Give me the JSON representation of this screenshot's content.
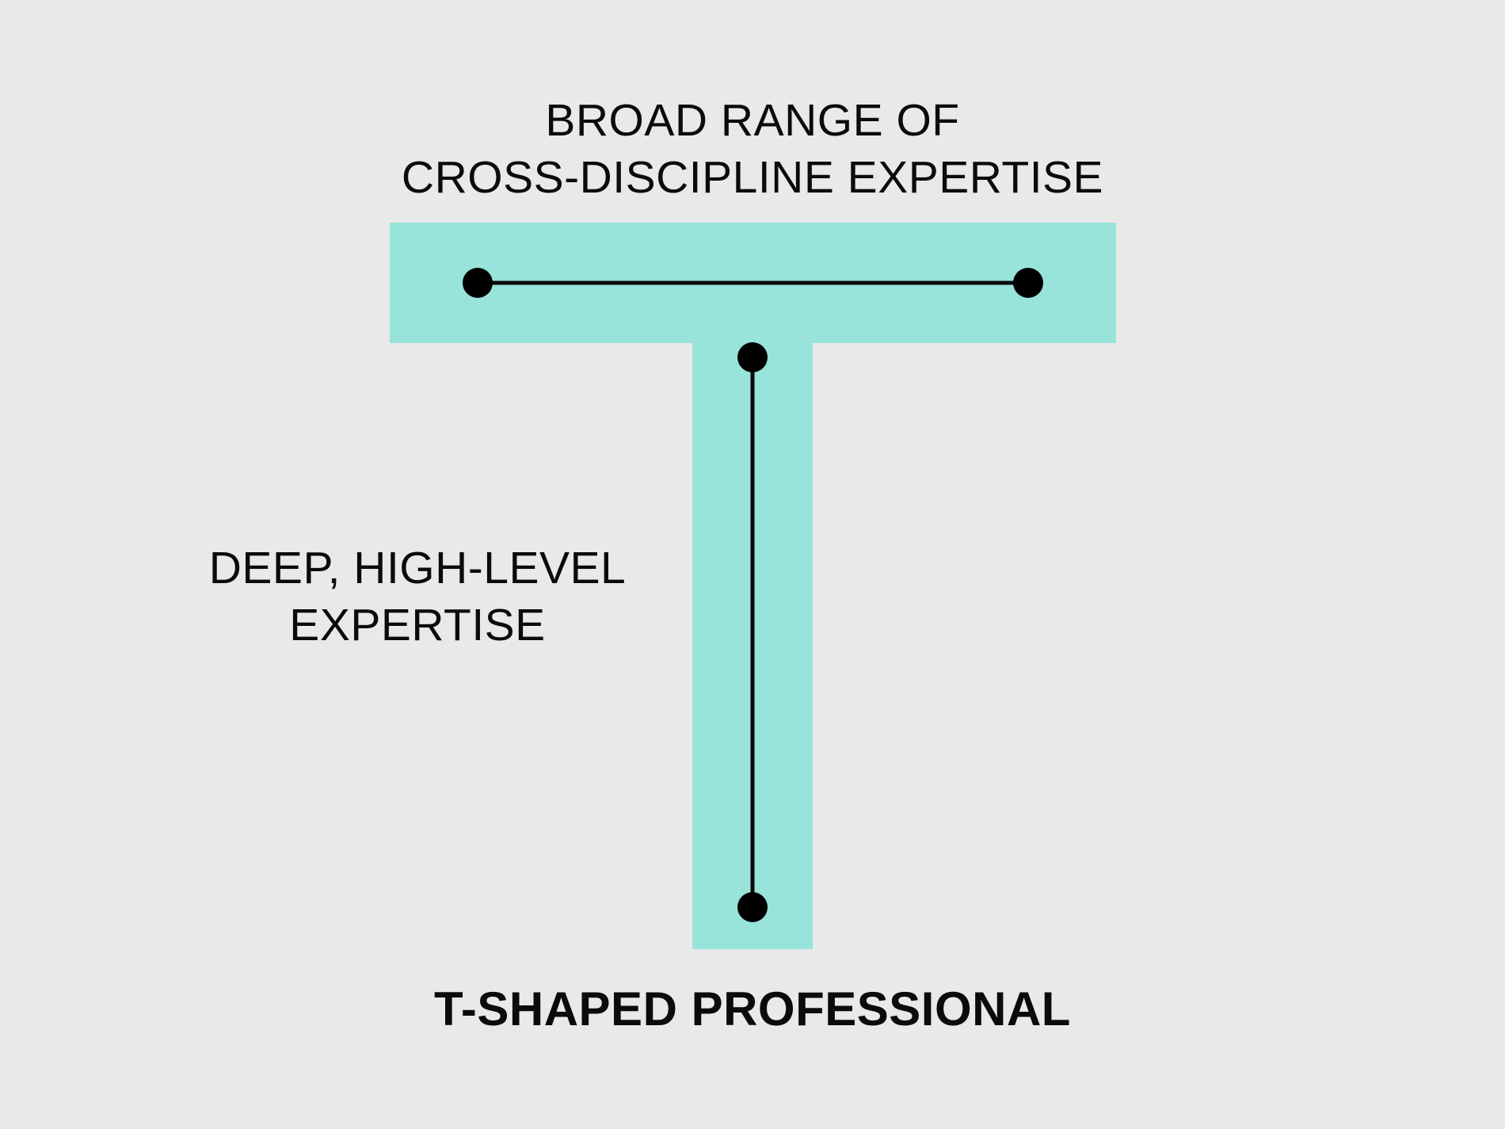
{
  "labels": {
    "broad_line1": "BROAD RANGE OF",
    "broad_line2": "CROSS-DISCIPLINE EXPERTISE",
    "deep_line1": "DEEP, HIGH-LEVEL",
    "deep_line2": "EXPERTISE",
    "title": "T-SHAPED PROFESSIONAL"
  },
  "colors": {
    "background": "#e9e9e9",
    "t_shape": "#98e3da",
    "line": "#0b0b0b"
  }
}
